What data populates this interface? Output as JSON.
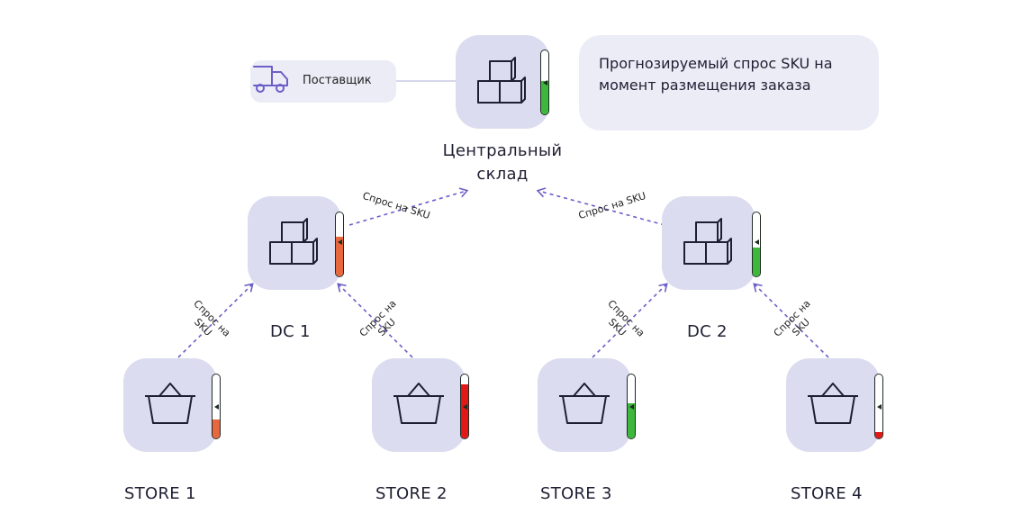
{
  "supplier": {
    "label": "Поставщик",
    "icon": "truck-icon"
  },
  "info_box": {
    "text": "Прогнозируемый спрос SKU на момент размещения заказа"
  },
  "central": {
    "label": "Центральный склад",
    "icon": "boxes-icon",
    "level": 0.52,
    "level_color": "#3db83d"
  },
  "dc": [
    {
      "label": "DC 1",
      "icon": "boxes-icon",
      "level": 0.62,
      "level_color": "#e8673c"
    },
    {
      "label": "DC 2",
      "icon": "boxes-icon",
      "level": 0.45,
      "level_color": "#3db83d"
    }
  ],
  "stores": [
    {
      "label": "STORE 1",
      "icon": "basket-icon",
      "level": 0.3,
      "level_color": "#e8673c"
    },
    {
      "label": "STORE 2",
      "icon": "basket-icon",
      "level": 0.85,
      "level_color": "#e01818"
    },
    {
      "label": "STORE 3",
      "icon": "basket-icon",
      "level": 0.55,
      "level_color": "#3db83d"
    },
    {
      "label": "STORE 4",
      "icon": "basket-icon",
      "level": 0.1,
      "level_color": "#e01818"
    }
  ],
  "edge_label": "Спрос на SKU",
  "colors": {
    "node_bg": "#dcdcf0",
    "arrow": "#6a5fc8",
    "supplier_line": "#c9c9e6"
  }
}
